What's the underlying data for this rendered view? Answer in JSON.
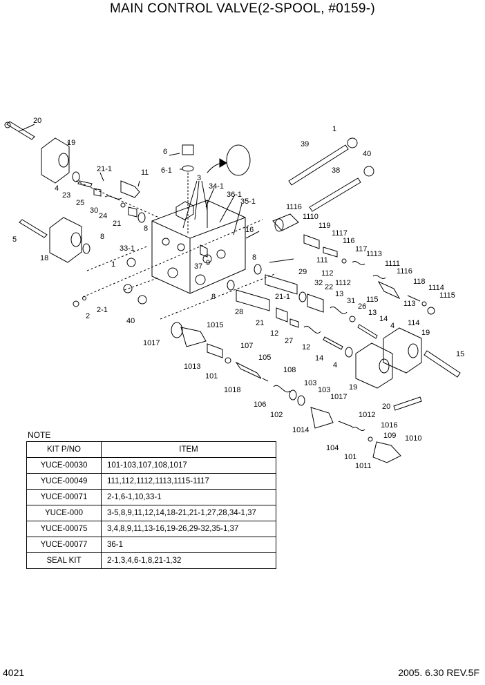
{
  "title": "MAIN CONTROL VALVE(2-SPOOL, #0159-)",
  "page_number": "4021",
  "revision": "2005. 6.30  REV.5F",
  "note_label": "NOTE",
  "table": {
    "headers": [
      "KIT P/NO",
      "ITEM"
    ],
    "rows": [
      {
        "kit": "YUCE-00030",
        "item": "101-103,107,108,1017"
      },
      {
        "kit": "YUCE-00049",
        "item": "111,112,1112,1113,1115-1117"
      },
      {
        "kit": "YUCE-00071",
        "item": "2-1,6-1,10,33-1"
      },
      {
        "kit": "YUCE-000",
        "item": "3-5,8,9,11,12,14,18-21,21-1,27,28,34-1,37"
      },
      {
        "kit": "YUCE-00075",
        "item": "3,4,8,9,11,13-16,19-26,29-32,35-1,37"
      },
      {
        "kit": "YUCE-00077",
        "item": "36-1"
      },
      {
        "kit": "SEAL KIT",
        "item": "2-1,3,4,6-1,8,21-1,32"
      }
    ]
  },
  "callouts": [
    "20",
    "19",
    "4",
    "23",
    "25",
    "21-1",
    "11",
    "30",
    "24",
    "21",
    "8",
    "6",
    "6-1",
    "3",
    "34-1",
    "36-1",
    "35-1",
    "5",
    "18",
    "8",
    "33-1",
    "1",
    "40",
    "2",
    "2-1",
    "37",
    "9",
    "16",
    "8",
    "1",
    "39",
    "40",
    "38",
    "1116",
    "1110",
    "119",
    "1117",
    "116",
    "117",
    "111",
    "1113",
    "1111",
    "1116",
    "118",
    "8",
    "29",
    "32",
    "112",
    "1112",
    "22",
    "13",
    "31",
    "115",
    "1114",
    "1115",
    "113",
    "114",
    "26",
    "13",
    "14",
    "4",
    "21-1",
    "28",
    "21",
    "12",
    "27",
    "12",
    "14",
    "4",
    "19",
    "15",
    "1015",
    "107",
    "1017",
    "105",
    "1013",
    "101",
    "108",
    "103",
    "1018",
    "106",
    "102",
    "103",
    "1017",
    "19",
    "20",
    "1012",
    "1014",
    "1016",
    "109",
    "1010",
    "104",
    "101",
    "1011"
  ]
}
